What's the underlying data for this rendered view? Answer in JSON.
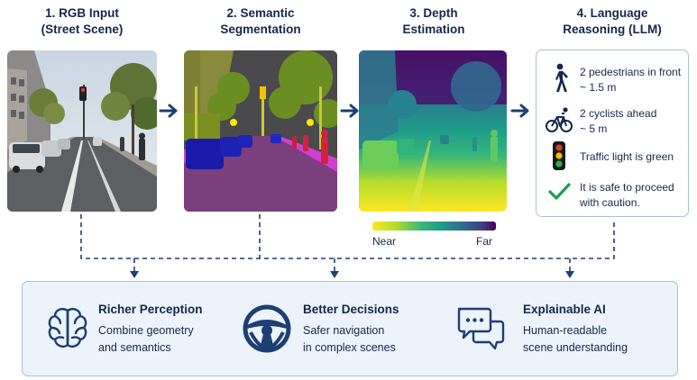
{
  "stages": [
    {
      "title": "1. RGB Input\n(Street Scene)"
    },
    {
      "title": "2. Semantic\nSegmentation"
    },
    {
      "title": "3. Depth\nEstimation"
    },
    {
      "title": "4. Language\nReasoning (LLM)"
    }
  ],
  "depth_legend": {
    "near": "Near",
    "far": "Far"
  },
  "llm_outputs": [
    {
      "icon": "pedestrian-icon",
      "text": "2 pedestrians in front\n~ 1.5 m"
    },
    {
      "icon": "bicycle-icon",
      "text": "2 cyclists ahead\n~ 5 m"
    },
    {
      "icon": "traffic-light-icon",
      "text": "Traffic light is green"
    },
    {
      "icon": "checkmark-icon",
      "text": "It is safe to proceed\nwith caution."
    }
  ],
  "benefits": [
    {
      "icon": "brain-icon",
      "title": "Richer Perception",
      "desc": "Combine geometry\nand semantics"
    },
    {
      "icon": "steering-wheel-icon",
      "title": "Better Decisions",
      "desc": "Safer navigation\nin complex scenes"
    },
    {
      "icon": "chat-bubbles-icon",
      "title": "Explainable AI",
      "desc": "Human-readable\nscene understanding"
    }
  ],
  "colors": {
    "navy": "#14284b",
    "accent_blue": "#1d3f73",
    "border": "#a9bfdc",
    "benefit_bg": "#edf3fa",
    "green_check": "#1e9e4a"
  }
}
